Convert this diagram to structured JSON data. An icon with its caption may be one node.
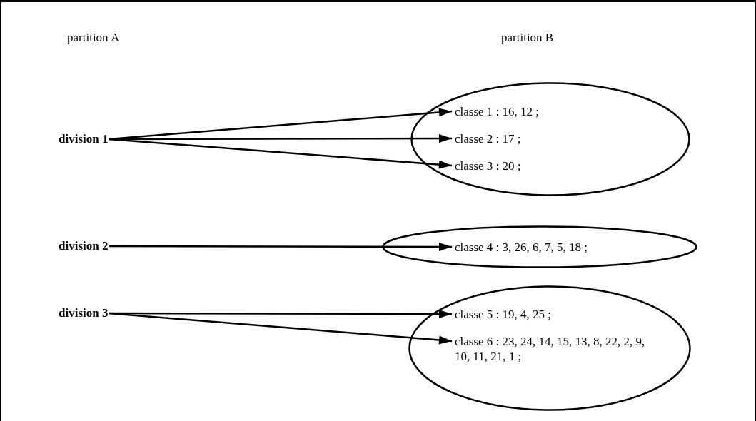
{
  "diagram": {
    "nodes": [
      {
        "text": [
          "division 1"
        ]
      },
      {
        "text": [],
        "shape": "ellipse"
      },
      {
        "text": [
          "classe 1 : 16, 12 ;"
        ],
        "in": 1
      },
      {
        "text": [
          "classe 2 : 17 ;"
        ],
        "in": 1
      },
      {
        "text": [
          "classe 3 : 20 ;"
        ],
        "in": 1
      },
      {
        "text": [
          "division 2"
        ]
      },
      {
        "text": [],
        "shape": "ellipse"
      },
      {
        "text": [
          "classe 4 : 3, 26, 6, 7, 5, 18 ;"
        ],
        "in": 6
      },
      {
        "text": [
          "division 3"
        ]
      },
      {
        "text": [],
        "shape": "ellipse"
      },
      {
        "text": [
          "classe 5 : 19, 4, 25 ;"
        ],
        "in": 9
      },
      {
        "text": [
          "classe 6 : 23, 24, 14, 15, 13, 8, 22, 2, 9, 10, 11, 21, 1 ;"
        ],
        "in": 9
      }
    ],
    "edges": [
      {
        "from": 0,
        "to": 2,
        "arrow": "to"
      },
      {
        "from": 0,
        "to": 3,
        "arrow": "to"
      },
      {
        "from": 0,
        "to": 4,
        "arrow": "to"
      },
      {
        "from": 5,
        "to": 7,
        "arrow": "to"
      },
      {
        "from": 8,
        "to": 10,
        "arrow": "to"
      },
      {
        "from": 8,
        "to": 11,
        "arrow": "to"
      }
    ],
    "labels": [
      "partition A",
      "partition B"
    ]
  }
}
